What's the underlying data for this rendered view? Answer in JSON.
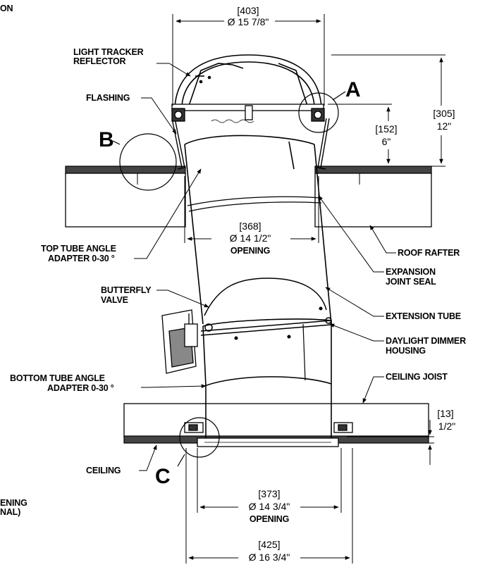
{
  "cut_text": {
    "top": "ON",
    "bottom1": "ENING",
    "bottom2": "NAL)"
  },
  "labels": {
    "light_tracker_1": "LIGHT TRACKER",
    "light_tracker_2": "REFLECTOR",
    "flashing": "FLASHING",
    "top_adapter_1": "TOP TUBE ANGLE",
    "top_adapter_2": "ADAPTER 0-30 °",
    "butterfly_1": "BUTTERFLY",
    "butterfly_2": "VALVE",
    "bottom_adapter_1": "BOTTOM TUBE ANGLE",
    "bottom_adapter_2": "ADAPTER 0-30 °",
    "ceiling": "CEILING",
    "roof_rafter": "ROOF RAFTER",
    "expansion_1": "EXPANSION",
    "expansion_2": "JOINT SEAL",
    "extension_tube": "EXTENSION TUBE",
    "dimmer_1": "DAYLIGHT DIMMER",
    "dimmer_2": "HOUSING",
    "ceiling_joist": "CEILING JOIST"
  },
  "details": {
    "a": "A",
    "b": "B",
    "c": "C"
  },
  "dimensions": {
    "dome_mm": "[403]",
    "dome_in": "Ø  15 7/8\"",
    "height_mm": "[305]",
    "height_in": "12\"",
    "curb_mm": "[152]",
    "curb_in": "6\"",
    "tube_mm": "[368]",
    "tube_in": "Ø  14 1/2\"",
    "tube_note": "OPENING",
    "ceiling_mm": "[13]",
    "ceiling_in": "1/2\"",
    "ring_mm": "[373]",
    "ring_in": "Ø  14 3/4\"",
    "ring_note": "OPENING",
    "trim_mm": "[425]",
    "trim_in": "Ø  16 3/4\""
  }
}
